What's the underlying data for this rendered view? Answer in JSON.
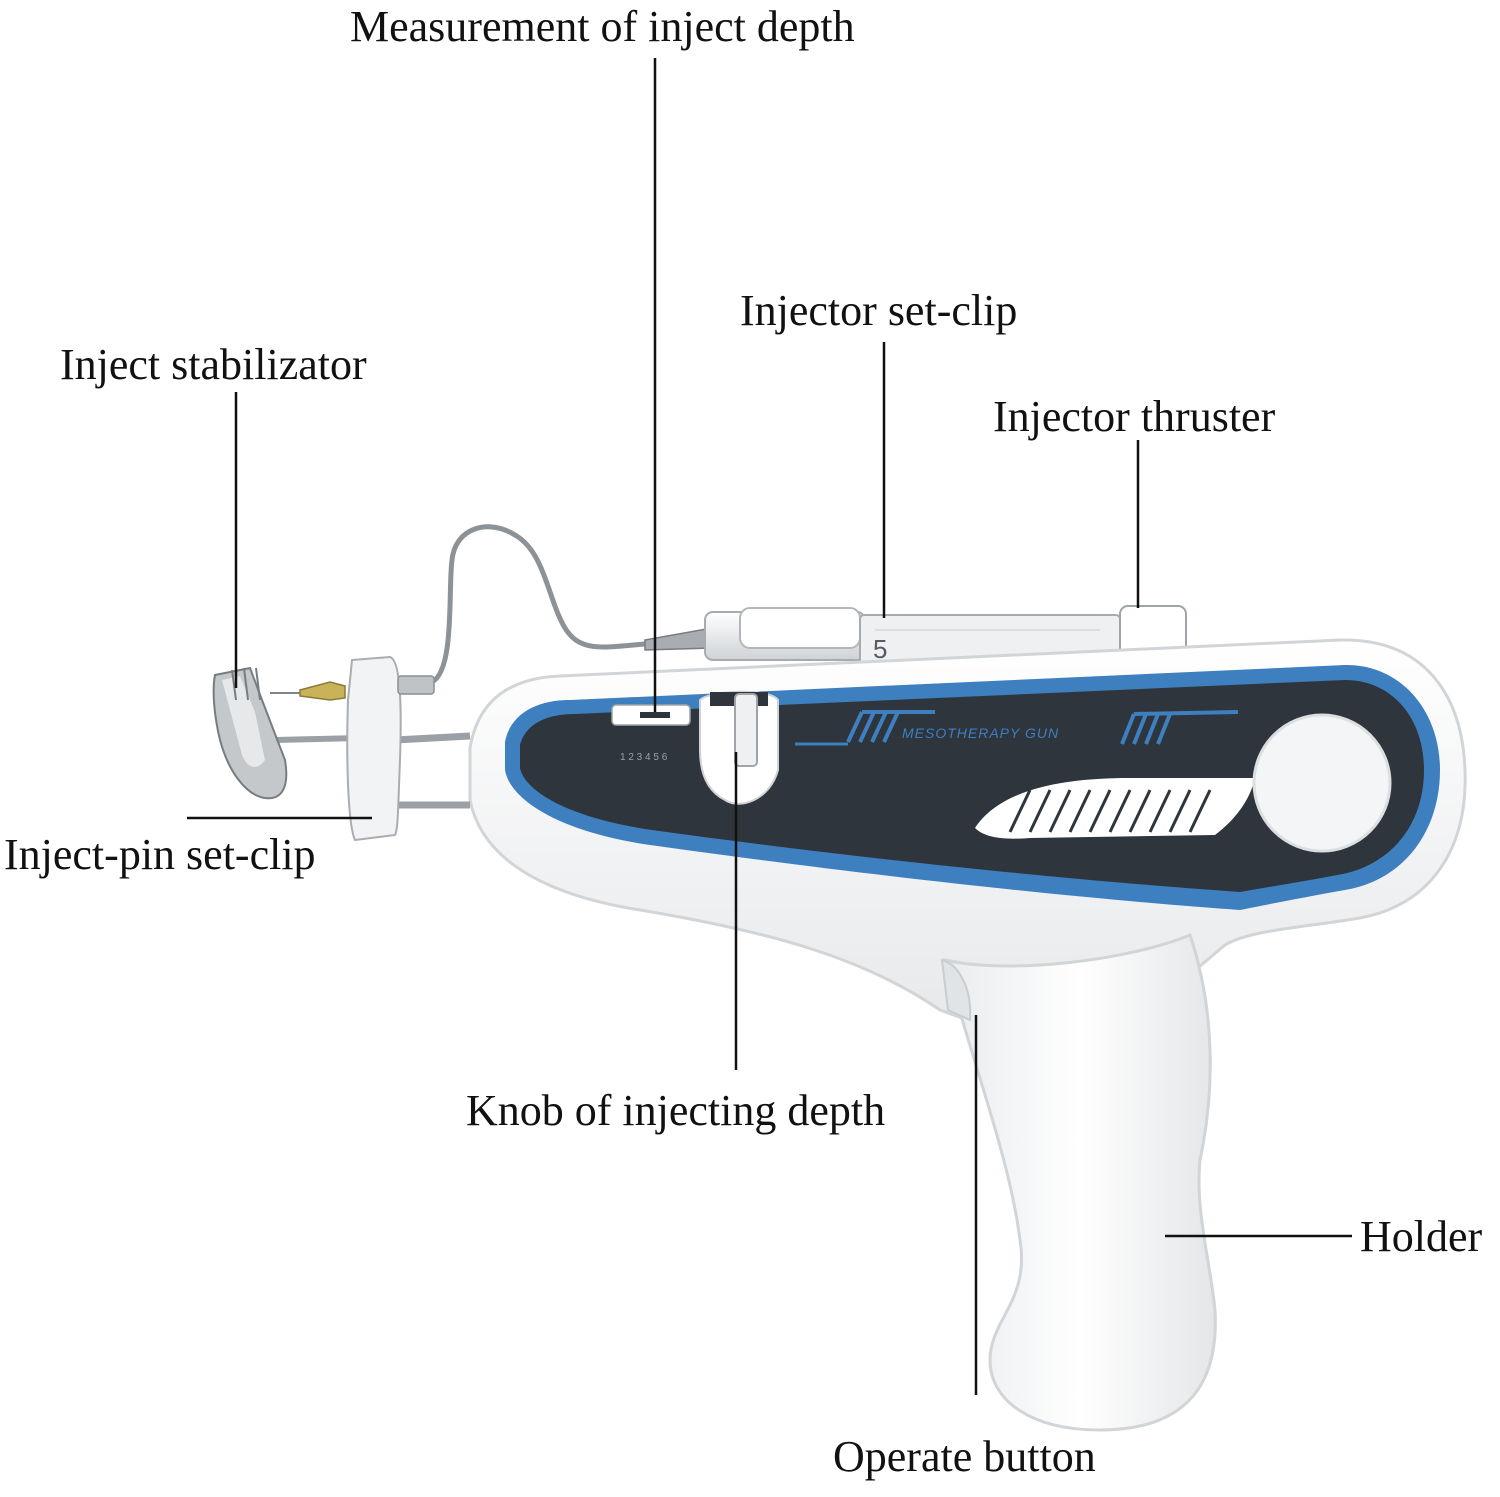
{
  "labels": {
    "measurement": "Measurement of inject depth",
    "set_clip": "Injector set-clip",
    "stabilizator": "Inject stabilizator",
    "thruster": "Injector thruster",
    "pin_clip": "Inject-pin set-clip",
    "knob": "Knob of injecting depth",
    "holder": "Holder",
    "operate": "Operate button"
  },
  "device": {
    "brand": "MESOTHERAPY GUN",
    "scale_digits": "1 2 3 4 5 6",
    "syringe_mark": "5"
  },
  "colors": {
    "background": "#ffffff",
    "body": "#f4f5f6",
    "panel": "#2e353c",
    "accent": "#3e7fbf",
    "leader": "#111111"
  }
}
